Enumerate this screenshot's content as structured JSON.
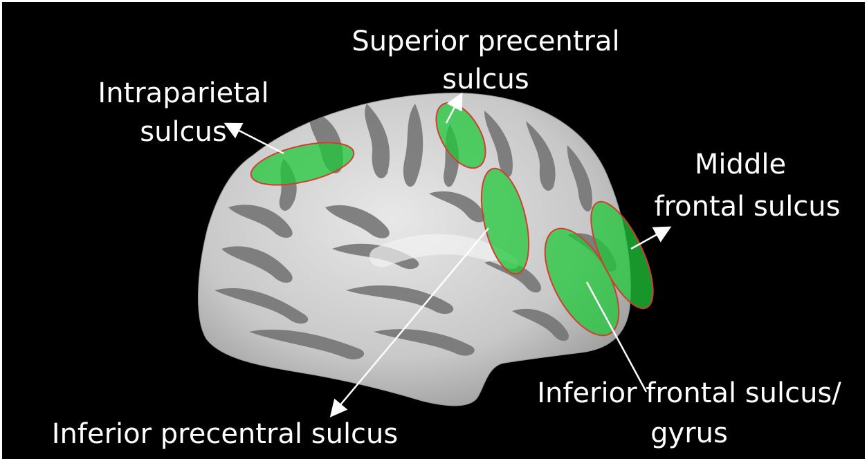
{
  "colors": {
    "background": "#000000",
    "brain_light": "#dcdcdc",
    "brain_dark": "#6e6e6e",
    "region_fill": "#22c83a",
    "region_outline": "#d23c32",
    "text": "#ffffff"
  },
  "labels": {
    "superior_precentral_line1": "Superior precentral",
    "superior_precentral_line2": "sulcus",
    "intraparietal_line1": "Intraparietal",
    "intraparietal_line2": "sulcus",
    "middle_frontal_line1": "Middle",
    "middle_frontal_line2": "frontal sulcus",
    "inferior_frontal_line1": "Inferior frontal sulcus/",
    "inferior_frontal_line2": "gyrus",
    "inferior_precentral": "Inferior precentral sulcus"
  }
}
